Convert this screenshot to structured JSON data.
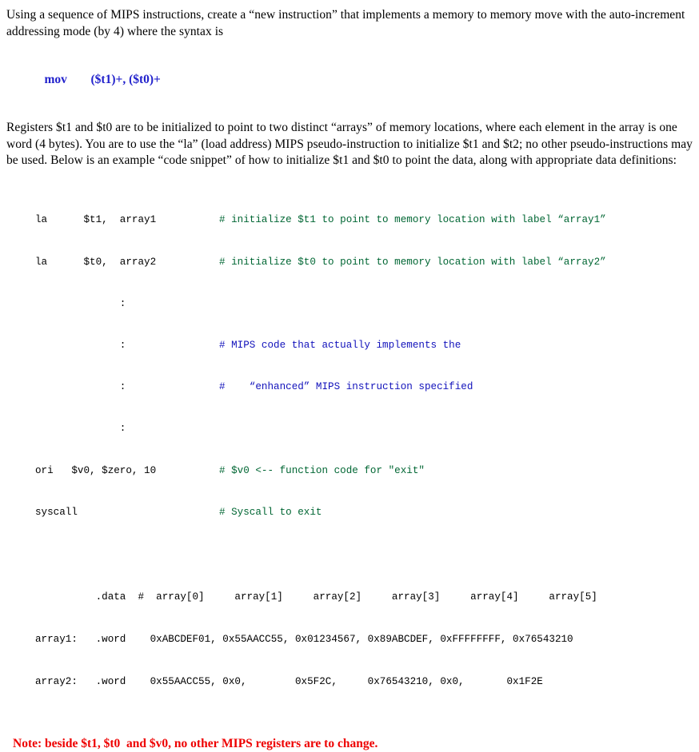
{
  "document": {
    "paragraph_1": "Using a sequence of MIPS instructions, create a “new instruction” that implements a memory to memory move with the auto-increment addressing mode (by 4) where the syntax is",
    "syntax_example": {
      "mnemonic": "mov",
      "operands": "($t1)+, ($t0)+"
    },
    "paragraph_2": "Registers $t1 and $t0 are to be initialized to point to two distinct “arrays” of memory locations, where each element in the array is one word (4 bytes). You are to use the “la” (load address) MIPS pseudo-instruction to initialize $t1 and $t2; no other pseudo-instructions may be used. Below is an example “code snippet” of how to initialize $t1 and $t0 to point the data, along with appropriate data definitions:",
    "code_snippet": {
      "lines": [
        {
          "code": "la      $t1,  array1",
          "comment": "# initialize $t1 to point to memory location with label “array1”",
          "comment_color": "green"
        },
        {
          "code": "la      $t0,  array2",
          "comment": "# initialize $t0 to point to memory location with label “array2”",
          "comment_color": "green"
        },
        {
          "code": "              :",
          "comment": "",
          "comment_color": "none"
        },
        {
          "code": "              :",
          "comment": "# MIPS code that actually implements the",
          "comment_color": "blue"
        },
        {
          "code": "              :",
          "comment": "#    “enhanced” MIPS instruction specified",
          "comment_color": "blue"
        },
        {
          "code": "              :",
          "comment": "",
          "comment_color": "none"
        },
        {
          "code": "ori   $v0, $zero, 10",
          "comment": "# $v0 <-- function code for \"exit\"",
          "comment_color": "green"
        },
        {
          "code": "syscall",
          "comment": "# Syscall to exit",
          "comment_color": "green"
        }
      ]
    },
    "data_definitions": {
      "header_row": "          .data  #  array[0]     array[1]     array[2]     array[3]     array[4]     array[5]",
      "rows": [
        "array1:   .word    0xABCDEF01, 0x55AACC55, 0x01234567, 0x89ABCDEF, 0xFFFFFFFF, 0x76543210",
        "array2:   .word    0x55AACC55, 0x0,        0x5F2C,     0x76543210, 0x0,       0x1F2E"
      ],
      "directive": ".data",
      "word_directive": ".word",
      "labels": [
        "array1:",
        "array2:"
      ],
      "column_headers": [
        "array[0]",
        "array[1]",
        "array[2]",
        "array[3]",
        "array[4]",
        "array[5]"
      ],
      "array1_values": [
        "0xABCDEF01",
        "0x55AACC55",
        "0x01234567",
        "0x89ABCDEF",
        "0xFFFFFFFF",
        "0x76543210"
      ],
      "array2_values": [
        "0x55AACC55",
        "0x0",
        "0x5F2C",
        "0x76543210",
        "0x0",
        "0x1F2E"
      ]
    },
    "note": "Note: beside $t1, $t0  and $v0, no other MIPS registers are to change."
  },
  "colors": {
    "text": "#000000",
    "syntax_blue": "#2222cc",
    "comment_green": "#006633",
    "comment_blue": "#1111bb",
    "note_red": "#ee0000",
    "background": "#ffffff"
  }
}
